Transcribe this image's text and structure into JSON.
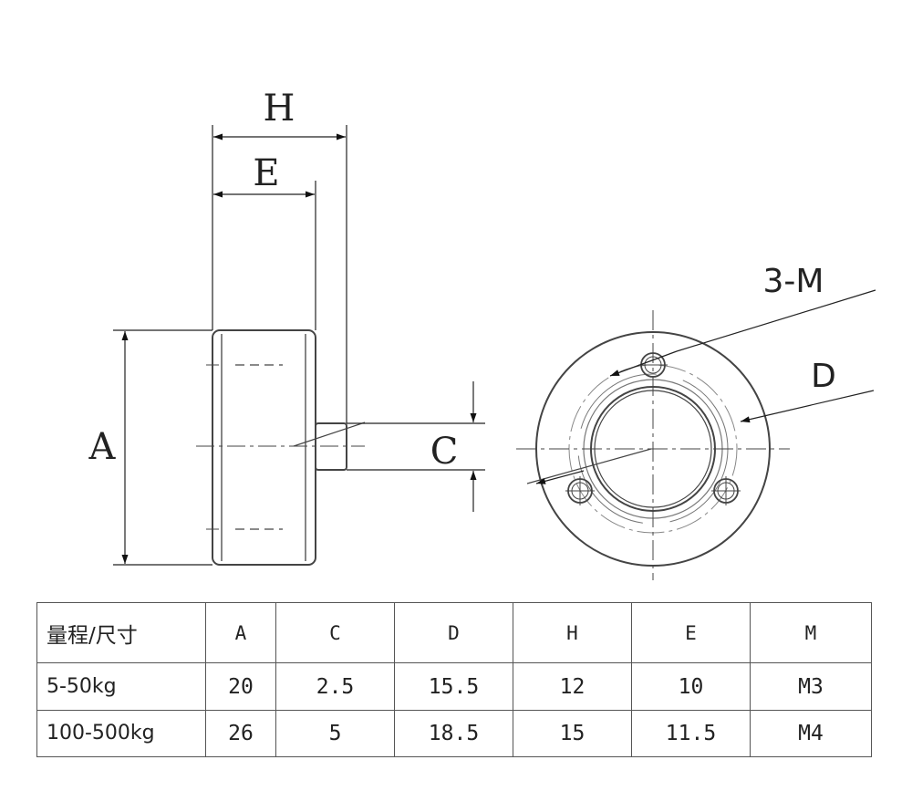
{
  "labels": {
    "H": "H",
    "E": "E",
    "A": "A",
    "C": "C",
    "three_m": "3-M",
    "D": "D"
  },
  "table": {
    "headers": [
      "量程/尺寸",
      "A",
      "C",
      "D",
      "H",
      "E",
      "M"
    ],
    "rows": [
      [
        "5-50kg",
        "20",
        "2.5",
        "15.5",
        "12",
        "10",
        "M3"
      ],
      [
        "100-500kg",
        "26",
        "5",
        "18.5",
        "15",
        "11.5",
        "M4"
      ]
    ]
  }
}
